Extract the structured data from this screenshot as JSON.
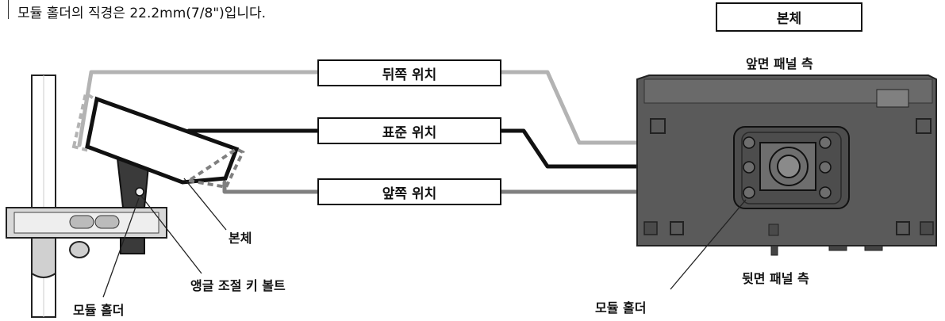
{
  "note": "모듈 홀더의 직경은 22.2mm(7/8\")입니다.",
  "main_box_label": "본체",
  "positions": {
    "rear": "뒤쪽 위치",
    "standard": "표준 위치",
    "front": "앞쪽 위치"
  },
  "labels": {
    "body": "본체",
    "angle_key_bolt": "앵글 조절 키 볼트",
    "module_holder_left": "모듈 홀더",
    "module_holder_right": "모듈 홀더",
    "front_panel_side": "앞면 패널 측",
    "rear_panel_side": "뒷면 패널 측"
  },
  "colors": {
    "rear_line": "#b3b3b3",
    "standard_line": "#111111",
    "front_line": "#808080",
    "device_fill": "#5a5a5a"
  }
}
